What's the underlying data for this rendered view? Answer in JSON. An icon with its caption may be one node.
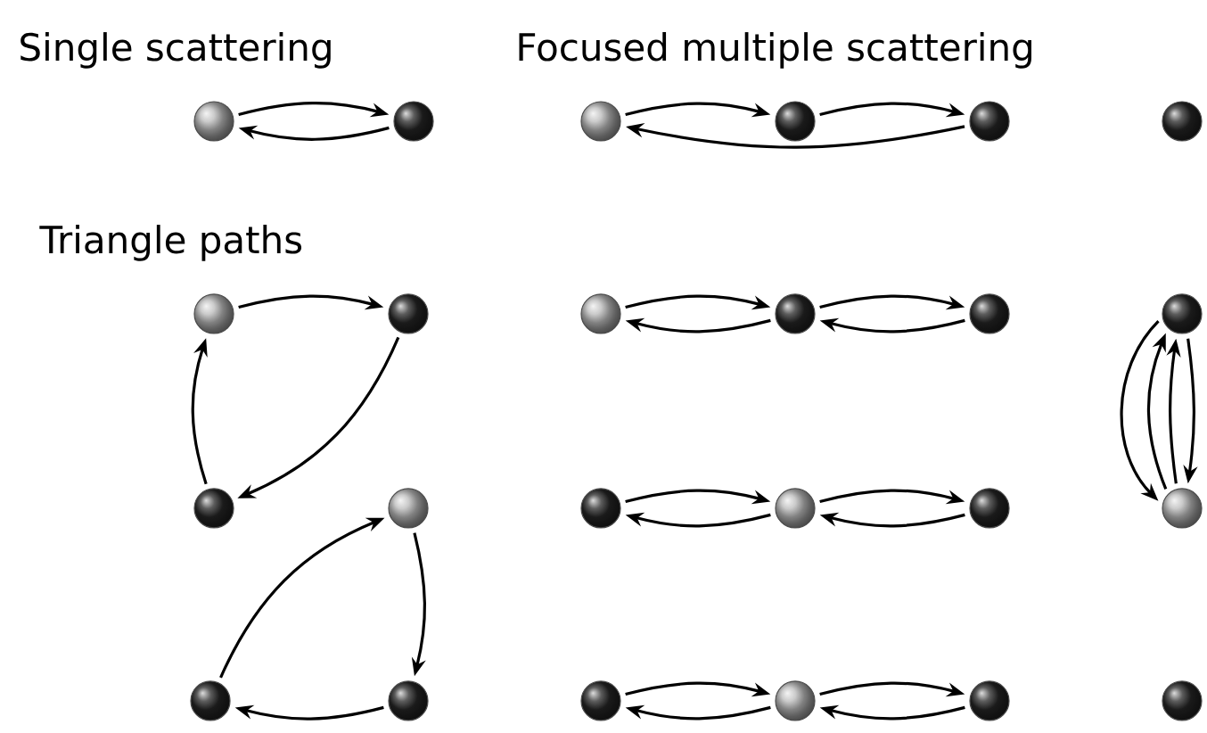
{
  "diagram": {
    "nodes": [
      {
        "text": [],
        "shape": "circle"
      },
      {
        "text": [],
        "shape": "circle"
      },
      {
        "text": [],
        "shape": "circle"
      },
      {
        "text": [],
        "shape": "circle"
      },
      {
        "text": [],
        "shape": "circle"
      },
      {
        "text": [],
        "shape": "circle"
      },
      {
        "text": [],
        "shape": "circle"
      },
      {
        "text": [],
        "shape": "circle"
      },
      {
        "text": [],
        "shape": "circle"
      },
      {
        "text": [],
        "shape": "circle"
      },
      {
        "text": [],
        "shape": "circle"
      },
      {
        "text": [],
        "shape": "circle"
      },
      {
        "text": [],
        "shape": "circle"
      },
      {
        "text": [],
        "shape": "circle"
      },
      {
        "text": [],
        "shape": "circle"
      },
      {
        "text": [],
        "shape": "circle"
      },
      {
        "text": [],
        "shape": "circle"
      },
      {
        "text": [],
        "shape": "circle"
      },
      {
        "text": [],
        "shape": "circle"
      },
      {
        "text": [],
        "shape": "circle"
      },
      {
        "text": [],
        "shape": "circle"
      },
      {
        "text": [],
        "shape": "circle"
      },
      {
        "text": [],
        "shape": "circle"
      },
      {
        "text": [],
        "shape": "circle"
      }
    ],
    "edges": [
      {
        "from": 0,
        "to": 1,
        "arrow": "to"
      },
      {
        "from": 1,
        "to": 0,
        "arrow": "to"
      },
      {
        "from": 2,
        "to": 3,
        "arrow": "to"
      },
      {
        "from": 3,
        "to": 4,
        "arrow": "to"
      },
      {
        "from": 4,
        "to": 2,
        "arrow": "to"
      },
      {
        "from": 6,
        "to": 7,
        "arrow": "to"
      },
      {
        "from": 7,
        "to": 12,
        "arrow": "to"
      },
      {
        "from": 12,
        "to": 6,
        "arrow": "to"
      },
      {
        "from": 13,
        "to": 19,
        "arrow": "to"
      },
      {
        "from": 19,
        "to": 18,
        "arrow": "to"
      },
      {
        "from": 18,
        "to": 13,
        "arrow": "to"
      },
      {
        "from": 8,
        "to": 9,
        "arrow": "to"
      },
      {
        "from": 9,
        "to": 8,
        "arrow": "to"
      },
      {
        "from": 9,
        "to": 10,
        "arrow": "to"
      },
      {
        "from": 10,
        "to": 9,
        "arrow": "to"
      },
      {
        "from": 14,
        "to": 15,
        "arrow": "to"
      },
      {
        "from": 15,
        "to": 14,
        "arrow": "to"
      },
      {
        "from": 15,
        "to": 16,
        "arrow": "to"
      },
      {
        "from": 16,
        "to": 15,
        "arrow": "to"
      },
      {
        "from": 20,
        "to": 21,
        "arrow": "to"
      },
      {
        "from": 21,
        "to": 20,
        "arrow": "to"
      },
      {
        "from": 21,
        "to": 22,
        "arrow": "to"
      },
      {
        "from": 22,
        "to": 21,
        "arrow": "to"
      },
      {
        "from": 11,
        "to": 17,
        "arrow": "to"
      },
      {
        "from": 17,
        "to": 11,
        "arrow": "to"
      },
      {
        "from": 17,
        "to": 11,
        "arrow": "to"
      },
      {
        "from": 11,
        "to": 17,
        "arrow": "to"
      }
    ],
    "labels": [
      "Single scattering",
      "Focused multiple scattering",
      "Triangle paths"
    ]
  }
}
